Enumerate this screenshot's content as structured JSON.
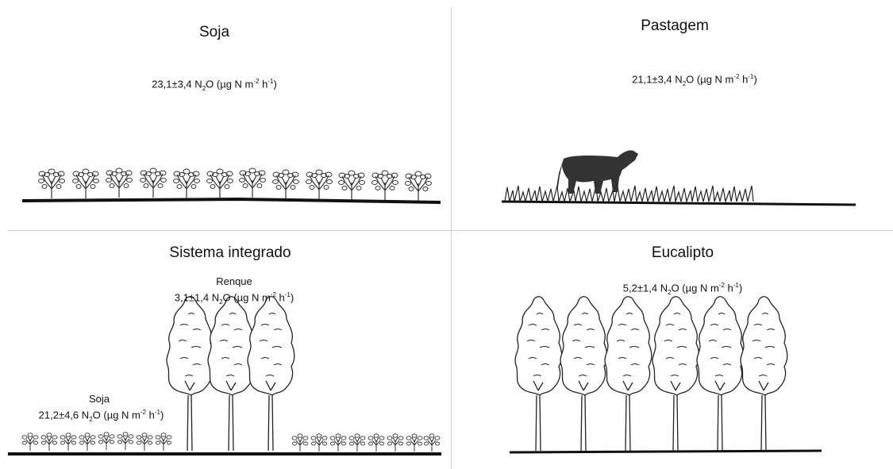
{
  "panels": {
    "soja": {
      "title": "Soja",
      "flux_value": "23,1±3,4",
      "gas_main": "N",
      "gas_sub": "2",
      "gas_end": "O",
      "unit_open": "(µg N m",
      "unit_sup1": "-2",
      "unit_mid": " h",
      "unit_sup2": "-1",
      "unit_close": ")"
    },
    "pastagem": {
      "title": "Pastagem",
      "flux_value": "21,1±3,4",
      "gas_main": "N",
      "gas_sub": "2",
      "gas_end": "O",
      "unit_open": "(µg N m",
      "unit_sup1": "-2",
      "unit_mid": " h",
      "unit_sup2": "-1",
      "unit_close": ")"
    },
    "sistema_integrado": {
      "title": "Sistema integrado",
      "renque_label": "Renque",
      "renque_flux_value": "3,1±1,4",
      "soja_label": "Soja",
      "soja_flux_value": "21,2±4,6",
      "gas_main": "N",
      "gas_sub": "2",
      "gas_end": "O",
      "unit_open": "(µg N m",
      "unit_sup1": "-2",
      "unit_mid": " h",
      "unit_sup2": "-1",
      "unit_close": ")"
    },
    "eucalipto": {
      "title": "Eucalipto",
      "flux_value": "5,2±1,4",
      "gas_main": "N",
      "gas_sub": "2",
      "gas_end": "O",
      "unit_open": "(µg N m",
      "unit_sup1": "-2",
      "unit_mid": " h",
      "unit_sup2": "-1",
      "unit_close": ")"
    }
  },
  "icons": [
    "soybean-plant-icon",
    "cow-icon",
    "grass-icon",
    "eucalyptus-tree-icon"
  ]
}
